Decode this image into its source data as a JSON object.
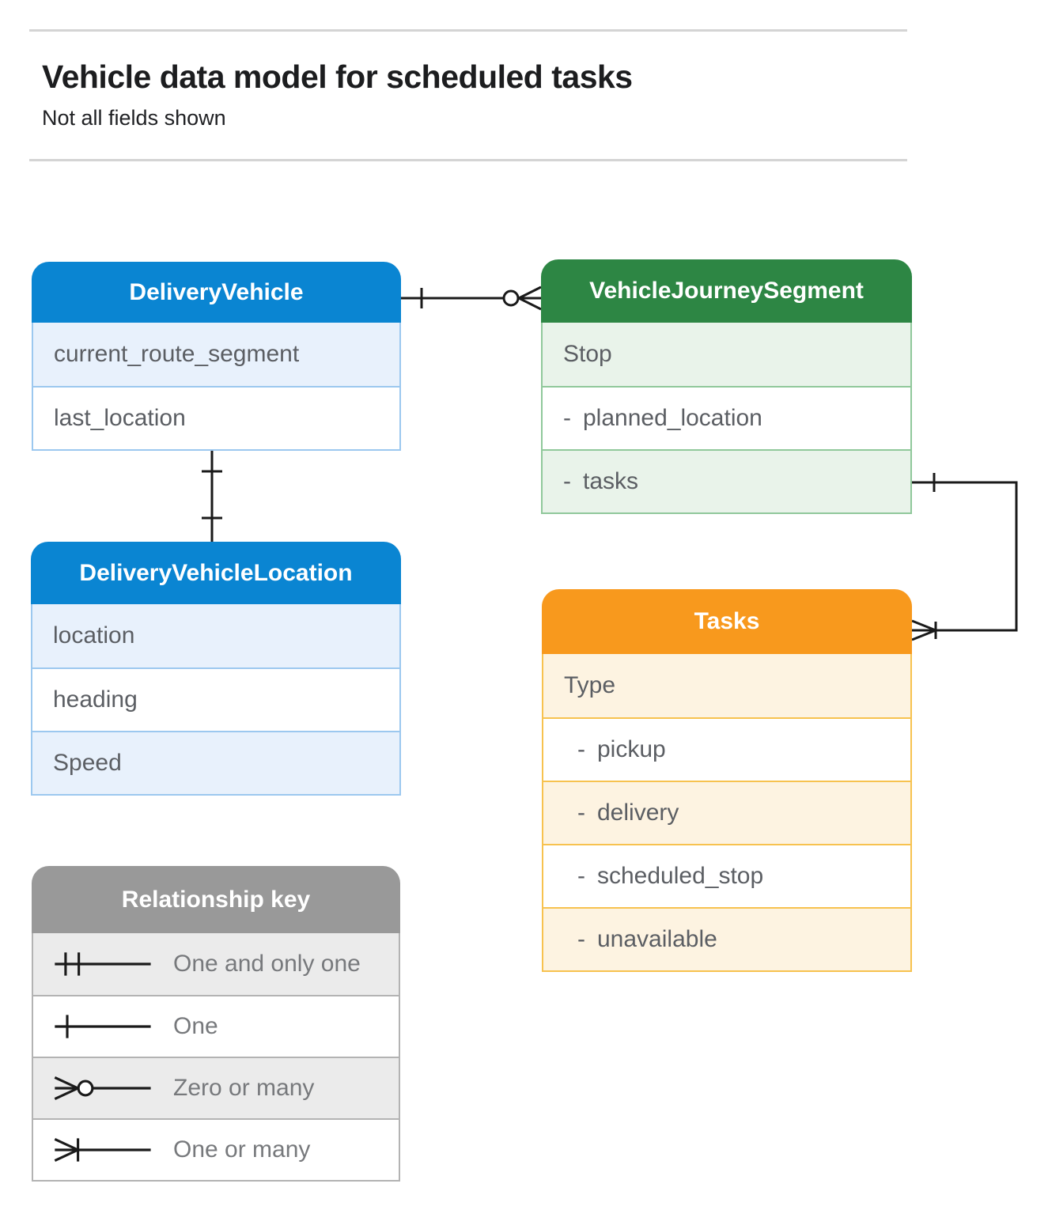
{
  "page": {
    "title": "Vehicle data model for scheduled tasks",
    "subtitle": "Not all fields shown"
  },
  "themes": {
    "blue": {
      "header": "#0a85d2",
      "tint": "#e8f1fc",
      "border": "#9cc8ef"
    },
    "green": {
      "header": "#2d8644",
      "tint": "#e9f3ea",
      "border": "#90c89b"
    },
    "orange": {
      "header": "#f8991d",
      "tint": "#fdf3e1",
      "border": "#f7c24f"
    },
    "gray": {
      "header": "#999999",
      "tint": "#ebebeb",
      "border": "#b3b3b3"
    }
  },
  "entities": {
    "delivery_vehicle": {
      "title": "DeliveryVehicle",
      "rows": [
        {
          "label": "current_route_segment"
        },
        {
          "label": "last_location"
        }
      ]
    },
    "vehicle_journey_segment": {
      "title": "VehicleJourneySegment",
      "rows": [
        {
          "label": "Stop"
        },
        {
          "prefix": "-",
          "label": "planned_location"
        },
        {
          "prefix": "-",
          "label": "tasks"
        }
      ]
    },
    "delivery_vehicle_location": {
      "title": "DeliveryVehicleLocation",
      "rows": [
        {
          "label": "location"
        },
        {
          "label": "heading"
        },
        {
          "label": "Speed"
        }
      ]
    },
    "tasks": {
      "title": "Tasks",
      "rows": [
        {
          "label": "Type"
        },
        {
          "prefix": "-",
          "label": "pickup",
          "indent": true
        },
        {
          "prefix": "-",
          "label": "delivery",
          "indent": true
        },
        {
          "prefix": "-",
          "label": "scheduled_stop",
          "indent": true
        },
        {
          "prefix": "-",
          "label": "unavailable",
          "indent": true
        }
      ]
    }
  },
  "relationship_key": {
    "title": "Relationship key",
    "items": [
      {
        "symbol": "one-and-only-one-symbol",
        "label": "One and only one"
      },
      {
        "symbol": "one-symbol",
        "label": "One"
      },
      {
        "symbol": "zero-or-many-symbol",
        "label": "Zero or many"
      },
      {
        "symbol": "one-or-many-symbol",
        "label": "One or many"
      }
    ]
  },
  "connectors": [
    {
      "from": "DeliveryVehicle",
      "to": "VehicleJourneySegment",
      "from_end": "one",
      "to_end": "zero or many"
    },
    {
      "from": "DeliveryVehicle",
      "to": "DeliveryVehicleLocation",
      "from_end": "one",
      "to_end": "one"
    },
    {
      "from": "VehicleJourneySegment.tasks",
      "to": "Tasks",
      "from_end": "one",
      "to_end": "one or many"
    }
  ]
}
